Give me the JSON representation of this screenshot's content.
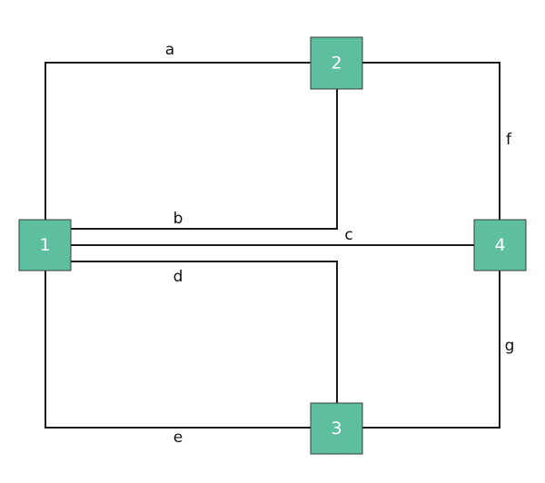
{
  "colors": {
    "node_fill": "#5dbf9f",
    "edge": "#1a1a1a"
  },
  "nodes": [
    {
      "id": "1",
      "label": "1"
    },
    {
      "id": "2",
      "label": "2"
    },
    {
      "id": "3",
      "label": "3"
    },
    {
      "id": "4",
      "label": "4"
    }
  ],
  "edges": [
    {
      "id": "a",
      "label": "a",
      "from": "1",
      "to": "2"
    },
    {
      "id": "b",
      "label": "b",
      "from": "1",
      "to": "2"
    },
    {
      "id": "c",
      "label": "c",
      "from": "1",
      "to": "4"
    },
    {
      "id": "d",
      "label": "d",
      "from": "1",
      "to": "3"
    },
    {
      "id": "e",
      "label": "e",
      "from": "1",
      "to": "3"
    },
    {
      "id": "f",
      "label": "f",
      "from": "2",
      "to": "4"
    },
    {
      "id": "g",
      "label": "g",
      "from": "3",
      "to": "4"
    }
  ]
}
